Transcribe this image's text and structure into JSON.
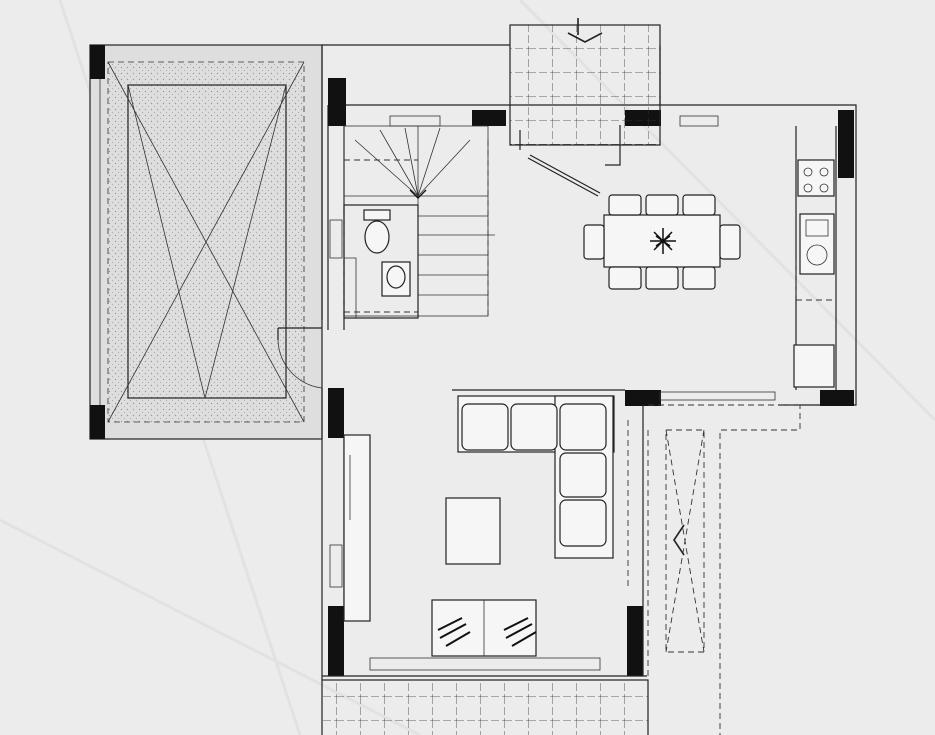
{
  "plan": {
    "colors": {
      "paper": "#ececec",
      "paper_shade": "#dcdcdc",
      "wall": "#111111",
      "line": "#222222",
      "stipple": "#9a9a9a"
    },
    "spaces": [
      "carport",
      "stair",
      "wc",
      "kitchen",
      "dining",
      "living",
      "entry-terrace",
      "side-path"
    ],
    "icons": [
      "stair-arrow-icon",
      "entry-arrow-icon",
      "cooktop-icon",
      "sink-icon",
      "plant-icon",
      "cushion-icon"
    ]
  }
}
